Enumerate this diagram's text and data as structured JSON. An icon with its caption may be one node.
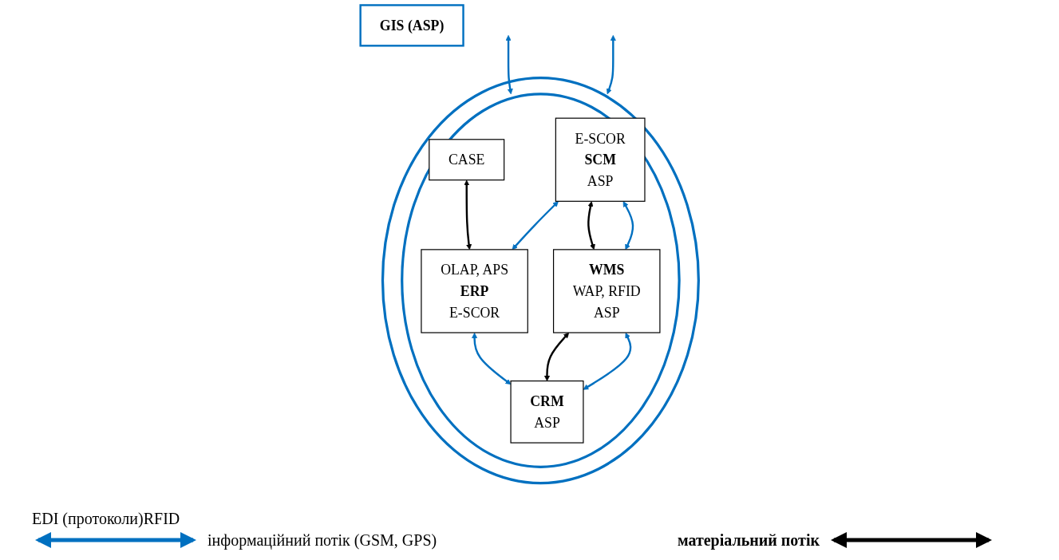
{
  "diagram": {
    "nodes": [
      {
        "text": [],
        "shape": "ellipse"
      },
      {
        "text": [],
        "shape": "ellipse",
        "in": 0
      },
      {
        "text": [
          "OLAP, APS",
          "ERP",
          "E-SCOR"
        ],
        "in": 1
      },
      {
        "text": [
          "CASE"
        ],
        "in": 1
      },
      {
        "text": [
          "E-SCOR",
          "SCM",
          "ASP"
        ],
        "in": 1
      },
      {
        "text": [
          "CRM",
          "ASP"
        ],
        "in": 1
      },
      {
        "text": [
          "WMS",
          "WAP, RFID",
          "ASP"
        ],
        "in": 1
      },
      {
        "text": [
          "GIS (ASP)"
        ]
      }
    ],
    "edges": [
      {
        "from": 3,
        "to": 2,
        "arrow": "both",
        "color": "#000000"
      },
      {
        "from": 2,
        "to": 5,
        "arrow": "both"
      },
      {
        "from": 4,
        "to": 2,
        "arrow": "both"
      },
      {
        "from": 4,
        "to": 6,
        "arrow": "both",
        "color": "#000000"
      },
      {
        "from": 4,
        "to": 6,
        "arrow": "both"
      },
      {
        "from": 6,
        "to": 5,
        "arrow": "both",
        "color": "#000000"
      },
      {
        "from": 6,
        "to": 5,
        "arrow": "both"
      },
      {
        "from": null,
        "to": 1,
        "arrow": "both"
      },
      {
        "from": null,
        "to": 1,
        "arrow": "both"
      }
    ],
    "labels": [
      "EDI (протоколи)RFID"
    ],
    "legend": [
      {
        "text": "інформаційний потік (GSM, GPS)"
      },
      {
        "text": "матеріальний потік"
      }
    ]
  }
}
